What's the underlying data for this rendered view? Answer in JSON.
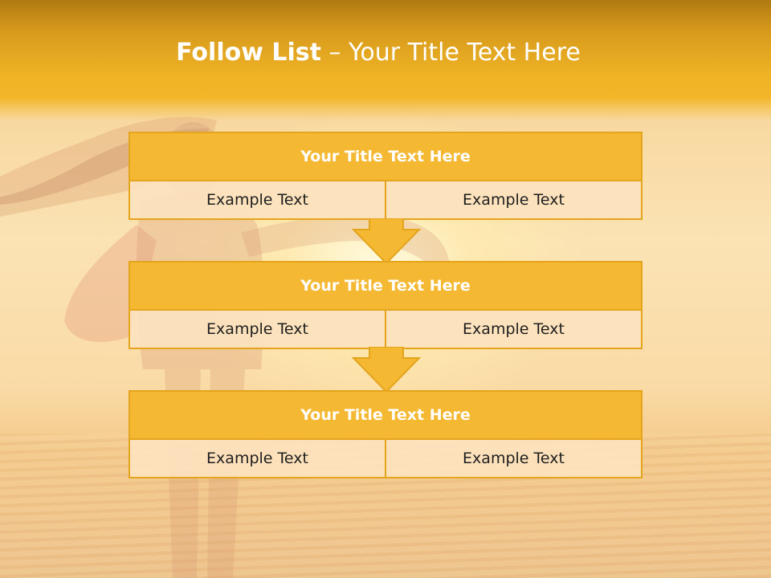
{
  "slide": {
    "title_bold": "Follow List",
    "title_rest": " – Your Title Text Here"
  },
  "colors": {
    "accent": "#f4b833",
    "border": "#e4a41c",
    "cell_bg": "#fce2be",
    "header_dark": "#b07a12"
  },
  "blocks": [
    {
      "title": "Your Title Text Here",
      "left": "Example Text",
      "right": "Example Text"
    },
    {
      "title": "Your Title Text Here",
      "left": "Example Text",
      "right": "Example Text"
    },
    {
      "title": "Your Title Text Here",
      "left": "Example Text",
      "right": "Example Text"
    }
  ],
  "icons": {
    "connector": "down-arrow-icon"
  }
}
